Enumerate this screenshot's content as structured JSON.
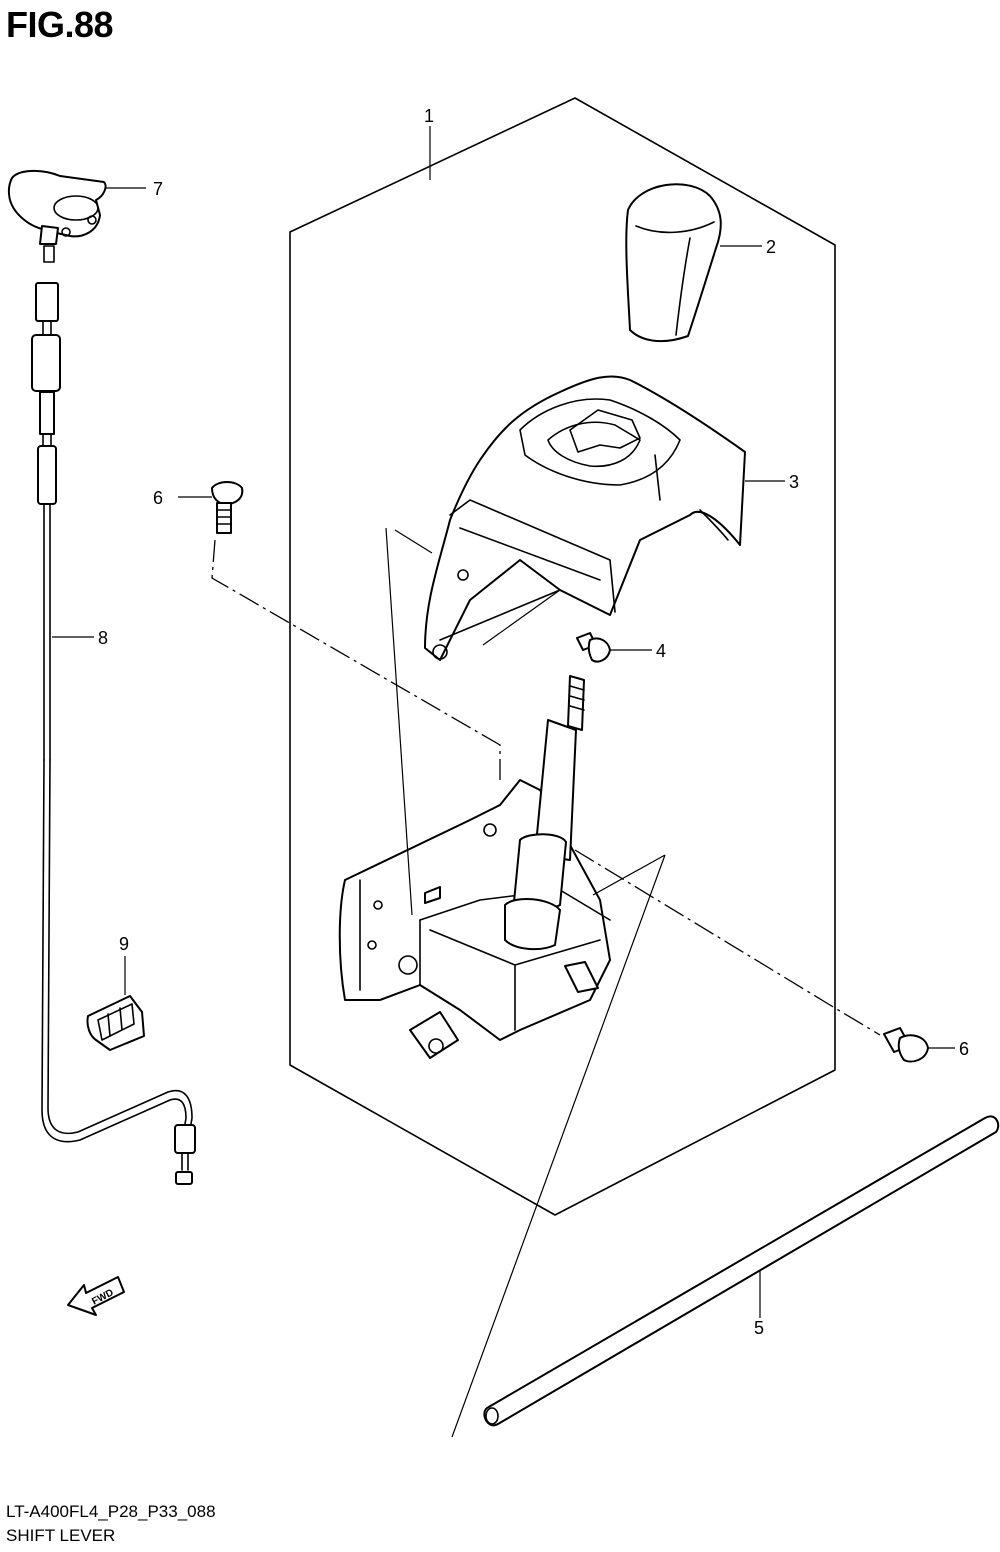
{
  "figure": {
    "title": "FIG.88",
    "model_code": "LT-A400FL4_P28_P33_088",
    "name": "SHIFT LEVER"
  },
  "callouts": [
    {
      "id": "c1",
      "label": "1"
    },
    {
      "id": "c2",
      "label": "2"
    },
    {
      "id": "c3",
      "label": "3"
    },
    {
      "id": "c4",
      "label": "4"
    },
    {
      "id": "c5",
      "label": "5"
    },
    {
      "id": "c6a",
      "label": "6"
    },
    {
      "id": "c6b",
      "label": "6"
    },
    {
      "id": "c7",
      "label": "7"
    },
    {
      "id": "c8",
      "label": "8"
    },
    {
      "id": "c9",
      "label": "9"
    }
  ],
  "fwd_arrow": {
    "label": "FWD",
    "icon": "fwd-arrow-icon"
  }
}
